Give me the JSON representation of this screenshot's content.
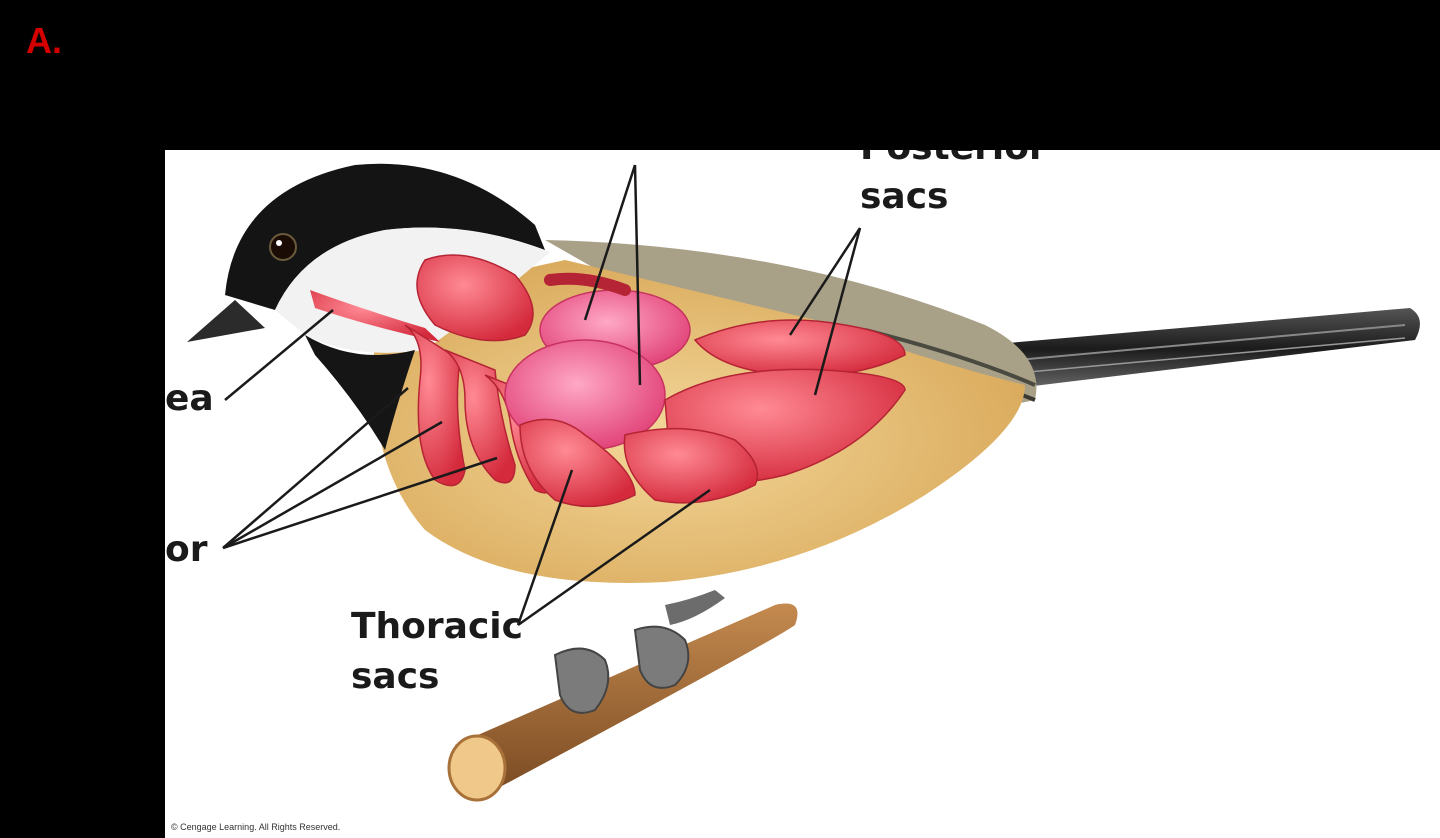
{
  "slide": {
    "label": "A."
  },
  "labels": {
    "posterior_top": "Posterior",
    "posterior_bottom": "sacs",
    "trachea": "ea",
    "anterior": "or",
    "thoracic_top": "Thoracic",
    "thoracic_bottom": "sacs"
  },
  "copyright": "© Cengage Learning. All Rights Reserved.",
  "colors": {
    "background": "#000000",
    "slide_label": "#d40000",
    "air_sacs": "#e8404f",
    "body": "#e8c47c"
  }
}
